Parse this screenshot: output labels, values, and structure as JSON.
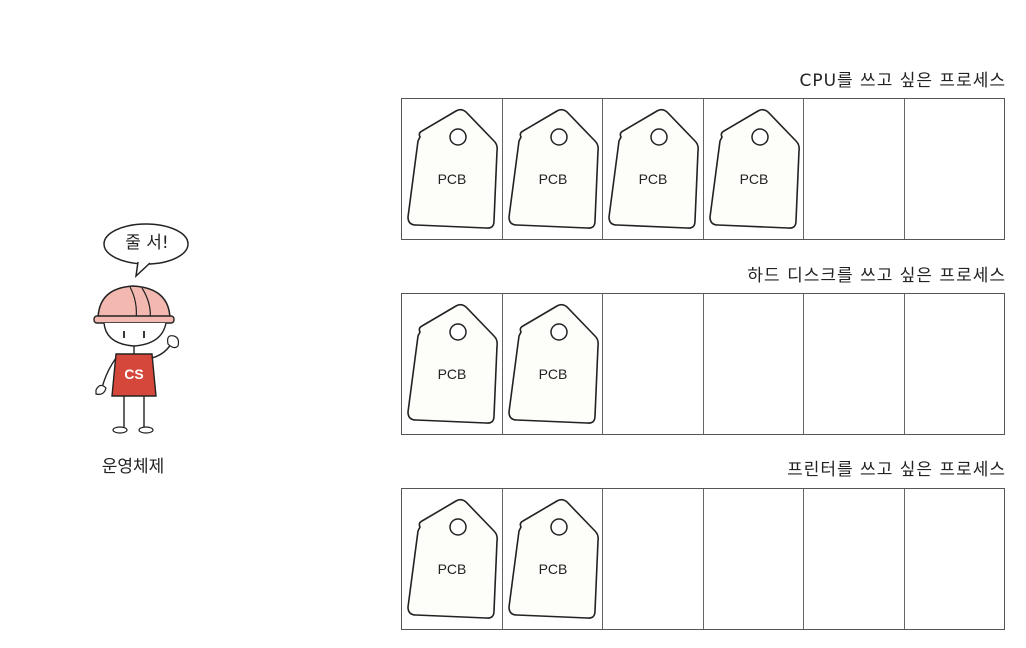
{
  "operating_system": {
    "speech": "줄 서!",
    "label": "운영체제",
    "shirt_text": "CS",
    "shirt_color": "#d6473b",
    "helmet_color": "#f3b9b0"
  },
  "queues": [
    {
      "title": "CPU를 쓰고 싶은 프로세스",
      "slots": 6,
      "pcb_count": 4,
      "pcb_label": "PCB"
    },
    {
      "title": "하드 디스크를 쓰고 싶은 프로세스",
      "slots": 6,
      "pcb_count": 2,
      "pcb_label": "PCB"
    },
    {
      "title": "프린터를 쓰고 싶은 프로세스",
      "slots": 6,
      "pcb_count": 2,
      "pcb_label": "PCB"
    }
  ]
}
